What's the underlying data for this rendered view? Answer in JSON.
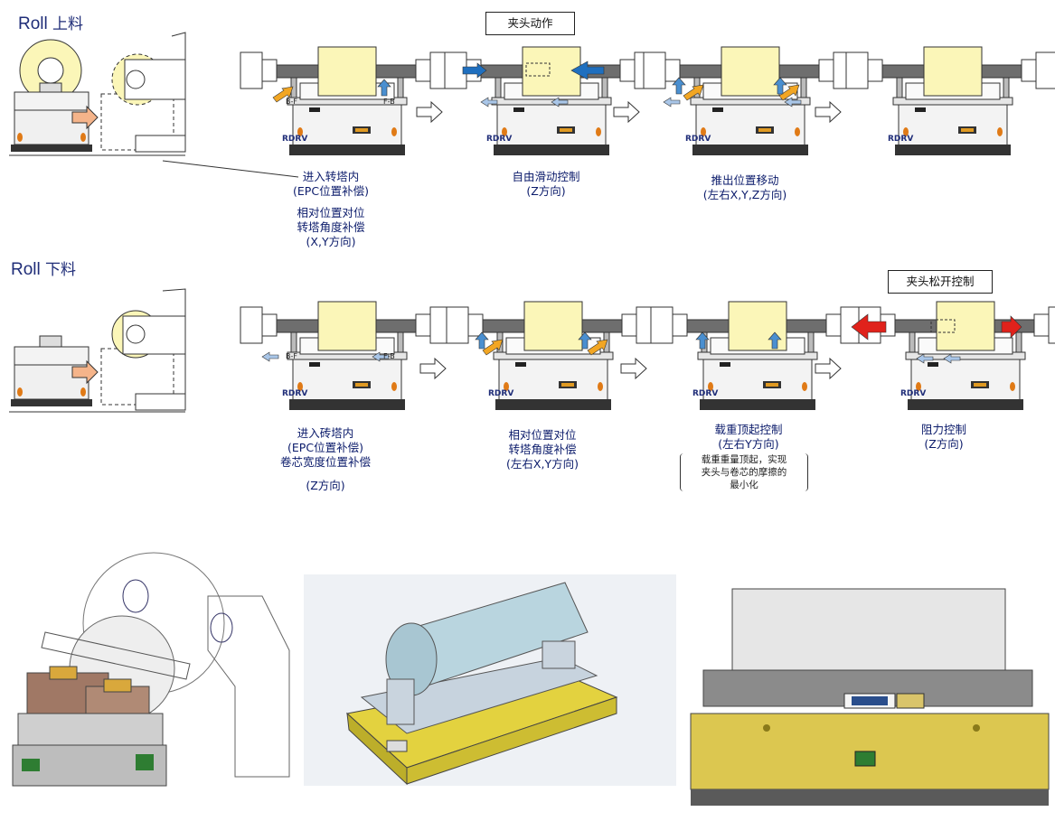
{
  "sections": {
    "load": {
      "title_en": "Roll",
      "title_cn": "上料"
    },
    "unload": {
      "title_en": "Roll",
      "title_cn": "下料"
    }
  },
  "callouts": {
    "chuck_action": "夹头动作",
    "chuck_release": "夹头松开控制"
  },
  "machine_label": "RDRV",
  "side_labels": {
    "left": "B-F",
    "right": "F-B"
  },
  "load_captions": {
    "step1": [
      "进入转塔内",
      "(EPC位置补偿)",
      "相对位置对位",
      "转塔角度补偿",
      "(X,Y方向)"
    ],
    "step2": [
      "自由滑动控制",
      "(Z方向)"
    ],
    "step3": [
      "推出位置移动",
      "(左右X,Y,Z方向)"
    ]
  },
  "unload_captions": {
    "step1": [
      "进入砖塔内",
      "(EPC位置补偿)",
      "卷芯宽度位置补偿",
      "(Z方向)"
    ],
    "step2": [
      "相对位置对位",
      "转塔角度补偿",
      "(左右X,Y方向)"
    ],
    "step3": [
      "载重顶起控制",
      "(左右Y方向)"
    ],
    "step3_note": [
      "载重重量顶起，实现",
      "夹头与卷芯的摩擦的",
      "最小化"
    ],
    "step4": [
      "阻力控制",
      "(Z方向)"
    ]
  },
  "colors": {
    "title": "#1f2d78",
    "caption": "#0b1b6b",
    "roll": "#fbf6b8",
    "arrow_orange": "#f2a623",
    "arrow_blue": "#1f6fbf",
    "arrow_light": "#a9c6e8",
    "arrow_red": "#e0221b",
    "vehicle_yellow": "#e3d23f"
  }
}
